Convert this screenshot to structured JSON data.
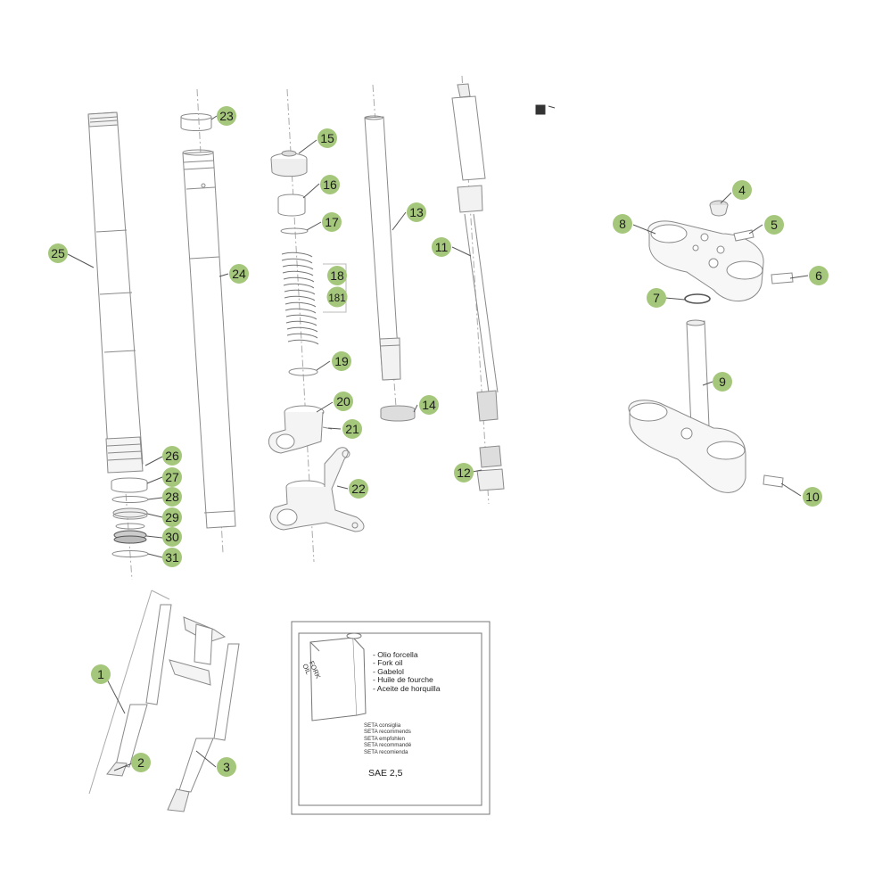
{
  "colors": {
    "callout": "#a5c77c",
    "callout_text": "#1c1c1c",
    "line": "#8a8a8a",
    "leader": "#555555"
  },
  "callouts": [
    {
      "label": "1"
    },
    {
      "label": "2"
    },
    {
      "label": "3"
    },
    {
      "label": "4"
    },
    {
      "label": "5"
    },
    {
      "label": "6"
    },
    {
      "label": "7"
    },
    {
      "label": "8"
    },
    {
      "label": "9"
    },
    {
      "label": "10"
    },
    {
      "label": "11"
    },
    {
      "label": "12"
    },
    {
      "label": "13"
    },
    {
      "label": "14"
    },
    {
      "label": "15"
    },
    {
      "label": "16"
    },
    {
      "label": "17"
    },
    {
      "label": "18"
    },
    {
      "label": "181"
    },
    {
      "label": "19"
    },
    {
      "label": "20"
    },
    {
      "label": "21"
    },
    {
      "label": "22"
    },
    {
      "label": "23"
    },
    {
      "label": "24"
    },
    {
      "label": "25"
    },
    {
      "label": "26"
    },
    {
      "label": "27"
    },
    {
      "label": "28"
    },
    {
      "label": "29"
    },
    {
      "label": "30"
    },
    {
      "label": "31"
    }
  ],
  "oil_box": {
    "can_label_line1": "FORK",
    "can_label_line2": "OIL",
    "oil_names": [
      "- Olio forcella",
      "- Fork oil",
      "- Gabelol",
      "- Huile de fourche",
      "- Aceite de horquilla"
    ],
    "recommendations": [
      "SETA consiglia",
      "SETA recommends",
      "SETA empfohlen",
      "SETA recommandé",
      "SETA recomienda"
    ],
    "grade": "SAE 2,5"
  }
}
